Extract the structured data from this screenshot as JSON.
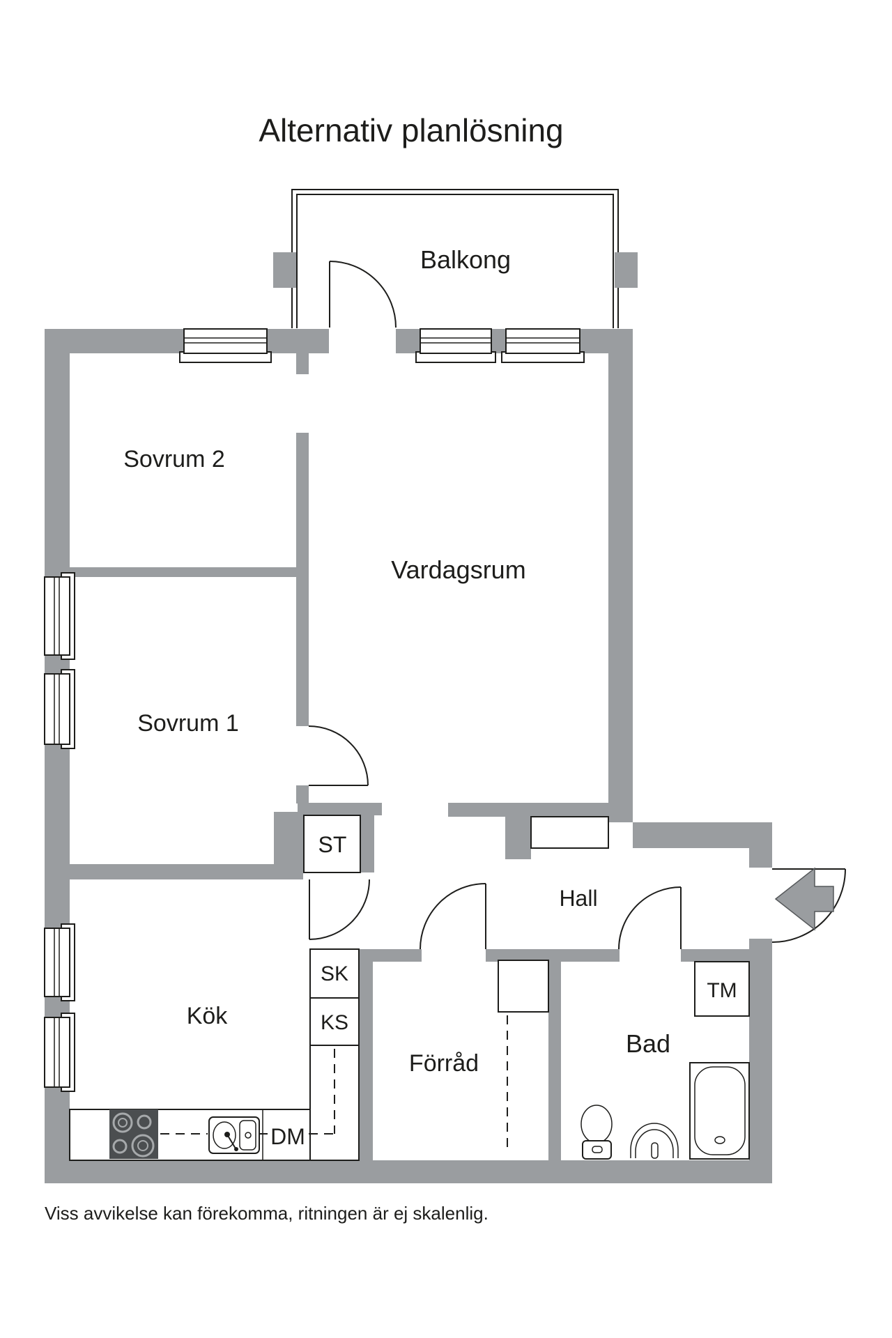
{
  "title": "Alternativ planlösning",
  "footnote": "Viss avvikelse kan förekomma, ritningen är ej skalenlig.",
  "labels": {
    "balcony": "Balkong",
    "bedroom2": "Sovrum 2",
    "living_room": "Vardagsrum",
    "bedroom1": "Sovrum 1",
    "closet_st": "ST",
    "hall": "Hall",
    "kitchen": "Kök",
    "cabinet_sk": "SK",
    "cabinet_ks": "KS",
    "storage": "Förråd",
    "bathroom": "Bad",
    "washing_machine": "TM",
    "dishwasher": "DM"
  },
  "colors": {
    "wall": "#9a9da0",
    "line": "#1d1d1b",
    "stove": "#4b4e50",
    "background": "#ffffff"
  }
}
